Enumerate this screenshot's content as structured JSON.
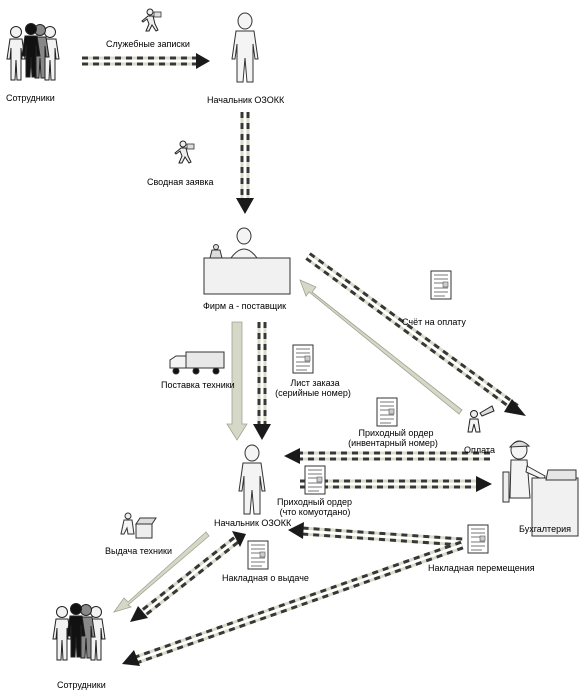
{
  "nodes": {
    "employees_top": "Сотрудники",
    "head_top": "Начальник ОЗОКК",
    "supplier": "Фирм а  - поставщик",
    "head_mid": "Начальник ОЗОКК",
    "accounting": "Бухгалтерия",
    "employees_bottom": "Сотрудники"
  },
  "flows": {
    "memos": "Служебные записки",
    "summary_request": "Сводная заявка",
    "invoice": "Счёт на оплату",
    "delivery": "Поставка техники",
    "order_sheet_1": "Лист заказа",
    "order_sheet_2": "(серийные номер)",
    "payment": "Оплата",
    "receipt_inv_1": "Приходный ордер",
    "receipt_inv_2": "(инвентарный номер)",
    "receipt_who_1": "Приходный ордер",
    "receipt_who_2": "(что комуотдано)",
    "issue_equipment": "Выдача техники",
    "issue_waybill": "Накладная о выдаче",
    "transfer_waybill": "Накладная перемещения"
  },
  "colors": {
    "solid_arrow": "#d5d8c6",
    "dashed_arrow_fill": "#d9dccb",
    "dash": "#1a1a1a",
    "figure_black": "#111111",
    "figure_grey": "#f2f2f2",
    "desk": "#f1f1f1"
  }
}
